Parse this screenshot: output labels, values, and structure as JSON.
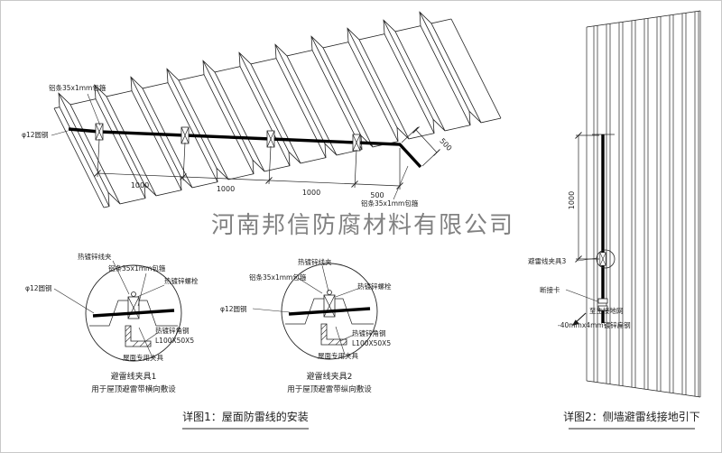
{
  "colors": {
    "red_label": "#c40000",
    "line": "#232323",
    "watermark_gray": "#9b9b9b"
  },
  "watermark": {
    "text": "河南邦信防腐材料有限公司",
    "color": "#9b9b9b"
  },
  "roof_view": {
    "labels": {
      "strip_top": "铝条35x1mm包箍",
      "strip_bottom": "铝条35x1mm包箍",
      "round_steel": "φ12圆钢"
    },
    "dims": {
      "d1": "1000",
      "d2": "1000",
      "d3": "1000",
      "d4": "500",
      "d5": "500"
    }
  },
  "detail1": {
    "labels": {
      "wire_clamp": "热镀锌线夹",
      "strip": "铝条35x1mm包箍",
      "bolt": "热镀锌螺栓",
      "round_steel": "φ12圆钢",
      "angle_steel": "热镀锌角钢",
      "angle_spec": "L100X50X5",
      "roof_fixture": "屋面专用夹具"
    },
    "title": "避雷线夹具1",
    "subtitle": "用于屋顶避雷带横向敷设"
  },
  "detail2": {
    "labels": {
      "wire_clamp": "热镀锌线夹",
      "strip": "铝条35x1mm包箍",
      "bolt": "热镀锌螺栓",
      "round_steel": "φ12圆钢",
      "angle_steel": "热镀锌角钢",
      "angle_spec": "L100X50X5",
      "roof_fixture": "屋面专用夹具"
    },
    "title": "避雷线夹具2",
    "subtitle": "用于屋顶避雷带纵向敷设"
  },
  "wall_view": {
    "dim": "1000",
    "labels": {
      "wire_clamp3": "避雷线夹具3",
      "disconnect_link": "断接卡",
      "to_ground": "至主接地网",
      "flat_steel": "-40mmx4mm镀锌扁钢"
    }
  },
  "captions": {
    "fig1": "详图1：屋面防雷线的安装",
    "fig2": "详图2：侧墙避雷线接地引下"
  }
}
